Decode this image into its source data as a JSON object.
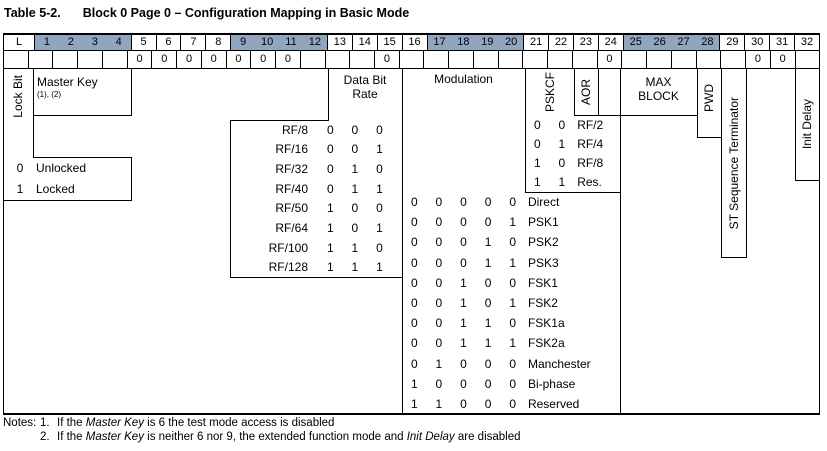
{
  "title": {
    "label": "Table 5-2.",
    "text": "Block 0 Page 0 – Configuration Mapping in Basic Mode"
  },
  "header": {
    "lock_col_label": "L",
    "shaded_color": "#91a5be",
    "groups": [
      {
        "shaded": true,
        "labels": [
          "1",
          "2",
          "3",
          "4"
        ]
      },
      {
        "shaded": false,
        "labels": [
          "5",
          "6",
          "7",
          "8"
        ]
      },
      {
        "shaded": true,
        "labels": [
          "9",
          "10",
          "11",
          "12"
        ]
      },
      {
        "shaded": false,
        "labels": [
          "13",
          "14",
          "15",
          "16"
        ]
      },
      {
        "shaded": true,
        "labels": [
          "17",
          "18",
          "19",
          "20"
        ]
      },
      {
        "shaded": false,
        "labels": [
          "21",
          "22",
          "23",
          "24"
        ]
      },
      {
        "shaded": true,
        "labels": [
          "25",
          "26",
          "27",
          "28"
        ]
      },
      {
        "shaded": false,
        "labels": [
          "29",
          "30",
          "31",
          "32"
        ]
      }
    ]
  },
  "preset_row": [
    "",
    "",
    "",
    "",
    "",
    "0",
    "0",
    "0",
    "0",
    "0",
    "0",
    "0",
    "",
    "",
    "",
    "0",
    "",
    "",
    "",
    "",
    "",
    "",
    "",
    "",
    "0",
    "",
    "",
    "",
    "",
    "",
    "0",
    "0",
    ""
  ],
  "lock_bit": {
    "label": "Lock Bit",
    "legend": [
      {
        "bit": "0",
        "label": "Unlocked"
      },
      {
        "bit": "1",
        "label": "Locked"
      }
    ]
  },
  "master_key": {
    "label": "Master Key",
    "note_refs": "(1), (2)"
  },
  "data_bit_rate": {
    "lines": [
      "Data Bit",
      "Rate"
    ],
    "rows": [
      {
        "label": "RF/8",
        "bits": [
          "0",
          "0",
          "0"
        ]
      },
      {
        "label": "RF/16",
        "bits": [
          "0",
          "0",
          "1"
        ]
      },
      {
        "label": "RF/32",
        "bits": [
          "0",
          "1",
          "0"
        ]
      },
      {
        "label": "RF/40",
        "bits": [
          "0",
          "1",
          "1"
        ]
      },
      {
        "label": "RF/50",
        "bits": [
          "1",
          "0",
          "0"
        ]
      },
      {
        "label": "RF/64",
        "bits": [
          "1",
          "0",
          "1"
        ]
      },
      {
        "label": "RF/100",
        "bits": [
          "1",
          "1",
          "0"
        ]
      },
      {
        "label": "RF/128",
        "bits": [
          "1",
          "1",
          "1"
        ]
      }
    ]
  },
  "modulation": {
    "label": "Modulation",
    "rows": [
      {
        "bits": [
          "0",
          "0",
          "0",
          "0",
          "0"
        ],
        "label": "Direct"
      },
      {
        "bits": [
          "0",
          "0",
          "0",
          "0",
          "1"
        ],
        "label": "PSK1"
      },
      {
        "bits": [
          "0",
          "0",
          "0",
          "1",
          "0"
        ],
        "label": "PSK2"
      },
      {
        "bits": [
          "0",
          "0",
          "0",
          "1",
          "1"
        ],
        "label": "PSK3"
      },
      {
        "bits": [
          "0",
          "0",
          "1",
          "0",
          "0"
        ],
        "label": "FSK1"
      },
      {
        "bits": [
          "0",
          "0",
          "1",
          "0",
          "1"
        ],
        "label": "FSK2"
      },
      {
        "bits": [
          "0",
          "0",
          "1",
          "1",
          "0"
        ],
        "label": "FSK1a"
      },
      {
        "bits": [
          "0",
          "0",
          "1",
          "1",
          "1"
        ],
        "label": "FSK2a"
      },
      {
        "bits": [
          "0",
          "1",
          "0",
          "0",
          "0"
        ],
        "label": "Manchester"
      },
      {
        "bits": [
          "1",
          "0",
          "0",
          "0",
          "0"
        ],
        "label": "Bi-phase"
      },
      {
        "bits": [
          "1",
          "1",
          "0",
          "0",
          "0"
        ],
        "label": "Reserved"
      }
    ]
  },
  "pskcf": {
    "label": "PSKCF",
    "aor_label": "AOR",
    "rows": [
      {
        "bits": [
          "0",
          "0"
        ],
        "label": "RF/2"
      },
      {
        "bits": [
          "0",
          "1"
        ],
        "label": "RF/4"
      },
      {
        "bits": [
          "1",
          "0"
        ],
        "label": "RF/8"
      },
      {
        "bits": [
          "1",
          "1"
        ],
        "label": "Res."
      }
    ]
  },
  "max_block": {
    "lines": [
      "MAX",
      "BLOCK"
    ]
  },
  "pwd": {
    "label": "PWD"
  },
  "st_terminator": {
    "label": "ST Sequence Terminator"
  },
  "init_delay": {
    "label": "Init Delay"
  },
  "notes": {
    "label": "Notes:",
    "items": [
      {
        "num": "1.",
        "segments": [
          {
            "text": "If the "
          },
          {
            "text": "Master Key",
            "italic": true
          },
          {
            "text": " is 6 the test mode access is disabled"
          }
        ]
      },
      {
        "num": "2.",
        "segments": [
          {
            "text": "If the "
          },
          {
            "text": "Master Key",
            "italic": true
          },
          {
            "text": " is neither 6 nor 9, the extended function mode and "
          },
          {
            "text": "Init Delay",
            "italic": true
          },
          {
            "text": " are disabled"
          }
        ]
      }
    ]
  }
}
